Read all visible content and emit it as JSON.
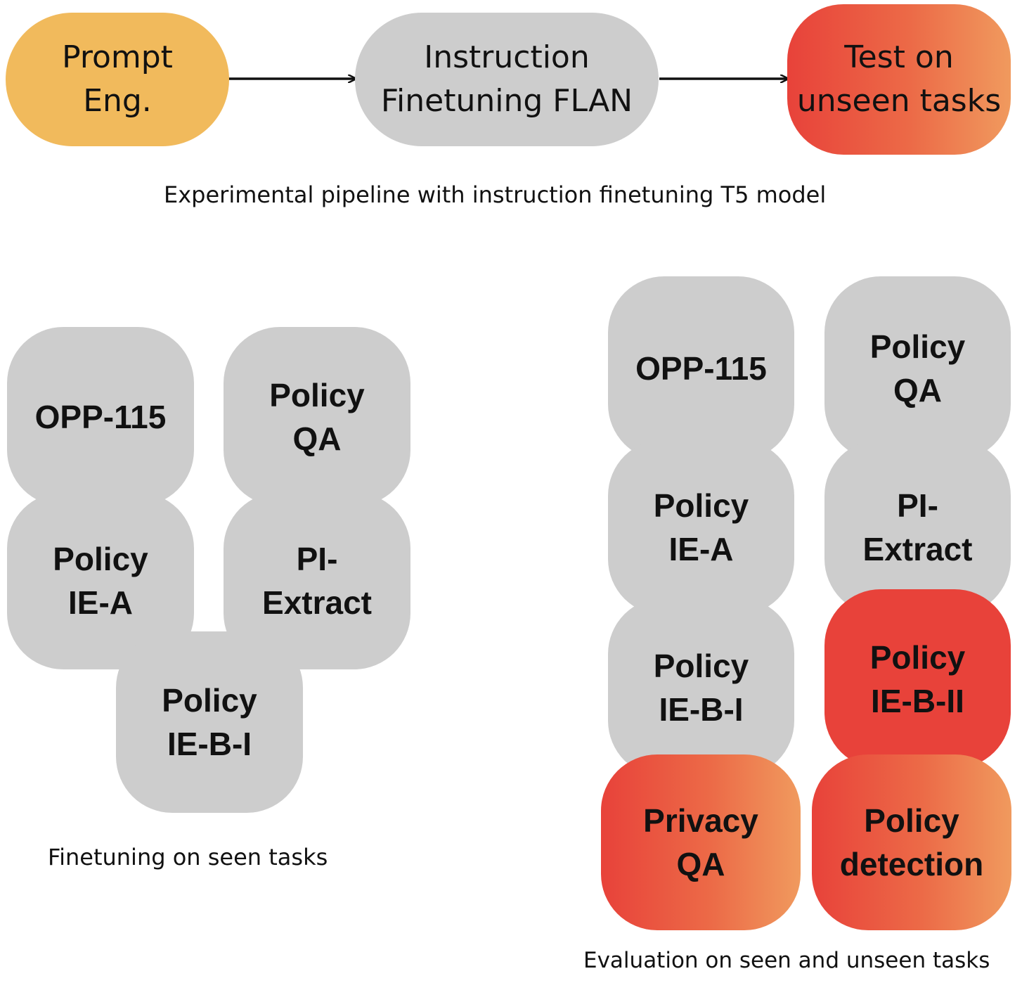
{
  "pipeline": {
    "prompt": [
      "Prompt",
      "Eng."
    ],
    "flan": [
      "Instruction",
      "Finetuning FLAN"
    ],
    "test": [
      "Test on",
      "unseen tasks"
    ],
    "caption": "Experimental pipeline with instruction finetuning T5 model"
  },
  "seen": {
    "opp115": [
      "OPP-115"
    ],
    "policy_qa": [
      "Policy",
      "QA"
    ],
    "policy_ie_a": [
      "Policy",
      "IE-A"
    ],
    "pi_extract": [
      "PI-",
      "Extract"
    ],
    "policy_ie_b_i": [
      "Policy",
      "IE-B-I"
    ],
    "caption": "Finetuning on seen tasks"
  },
  "eval": {
    "opp115": [
      "OPP-115"
    ],
    "policy_qa": [
      "Policy",
      "QA"
    ],
    "policy_ie_a": [
      "Policy",
      "IE-A"
    ],
    "pi_extract": [
      "PI-",
      "Extract"
    ],
    "policy_ie_b_i": [
      "Policy",
      "IE-B-I"
    ],
    "policy_ie_b_ii": [
      "Policy",
      "IE-B-II"
    ],
    "privacy_qa": [
      "Privacy",
      "QA"
    ],
    "policy_detection": [
      "Policy",
      "detection"
    ],
    "caption": "Evaluation on seen and unseen tasks"
  },
  "colors": {
    "gray_box": "#cdcdcd",
    "prompt_box": "#f1ba5c",
    "unseen_red": "#e8423a",
    "unseen_orange": "#f09a5e"
  }
}
